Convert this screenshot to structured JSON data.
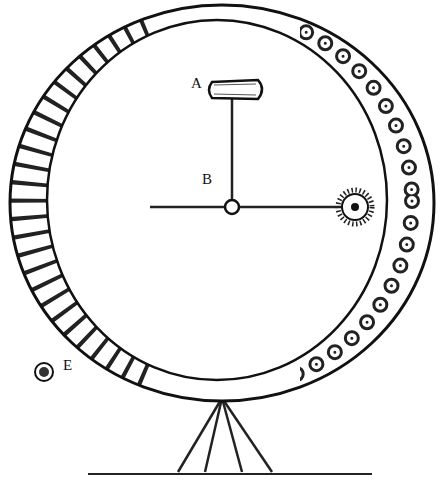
{
  "diagram": {
    "labels": [
      "A",
      "B",
      "E"
    ]
  }
}
